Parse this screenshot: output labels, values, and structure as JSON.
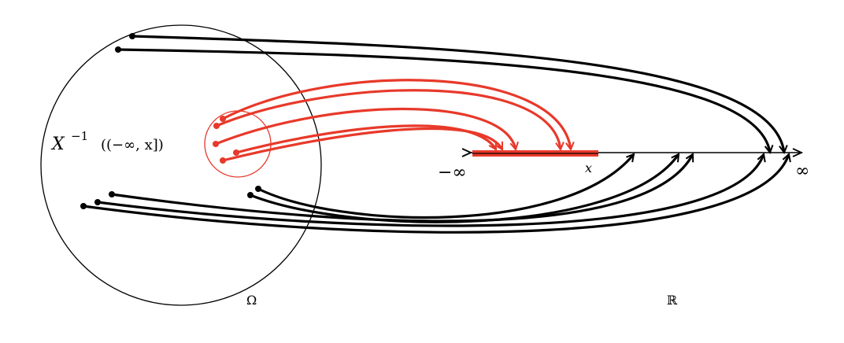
{
  "labels": {
    "preimage_base": "X",
    "preimage_exponent": "−1",
    "preimage_args": "((−∞, x])",
    "neg_infinity": "−∞",
    "x_mark": "x",
    "pos_infinity": "∞",
    "omega": "Ω",
    "reals": "ℝ"
  },
  "colors": {
    "ink": "#000000",
    "highlight": "#e8392a",
    "interval_bar": "#e8392a"
  }
}
